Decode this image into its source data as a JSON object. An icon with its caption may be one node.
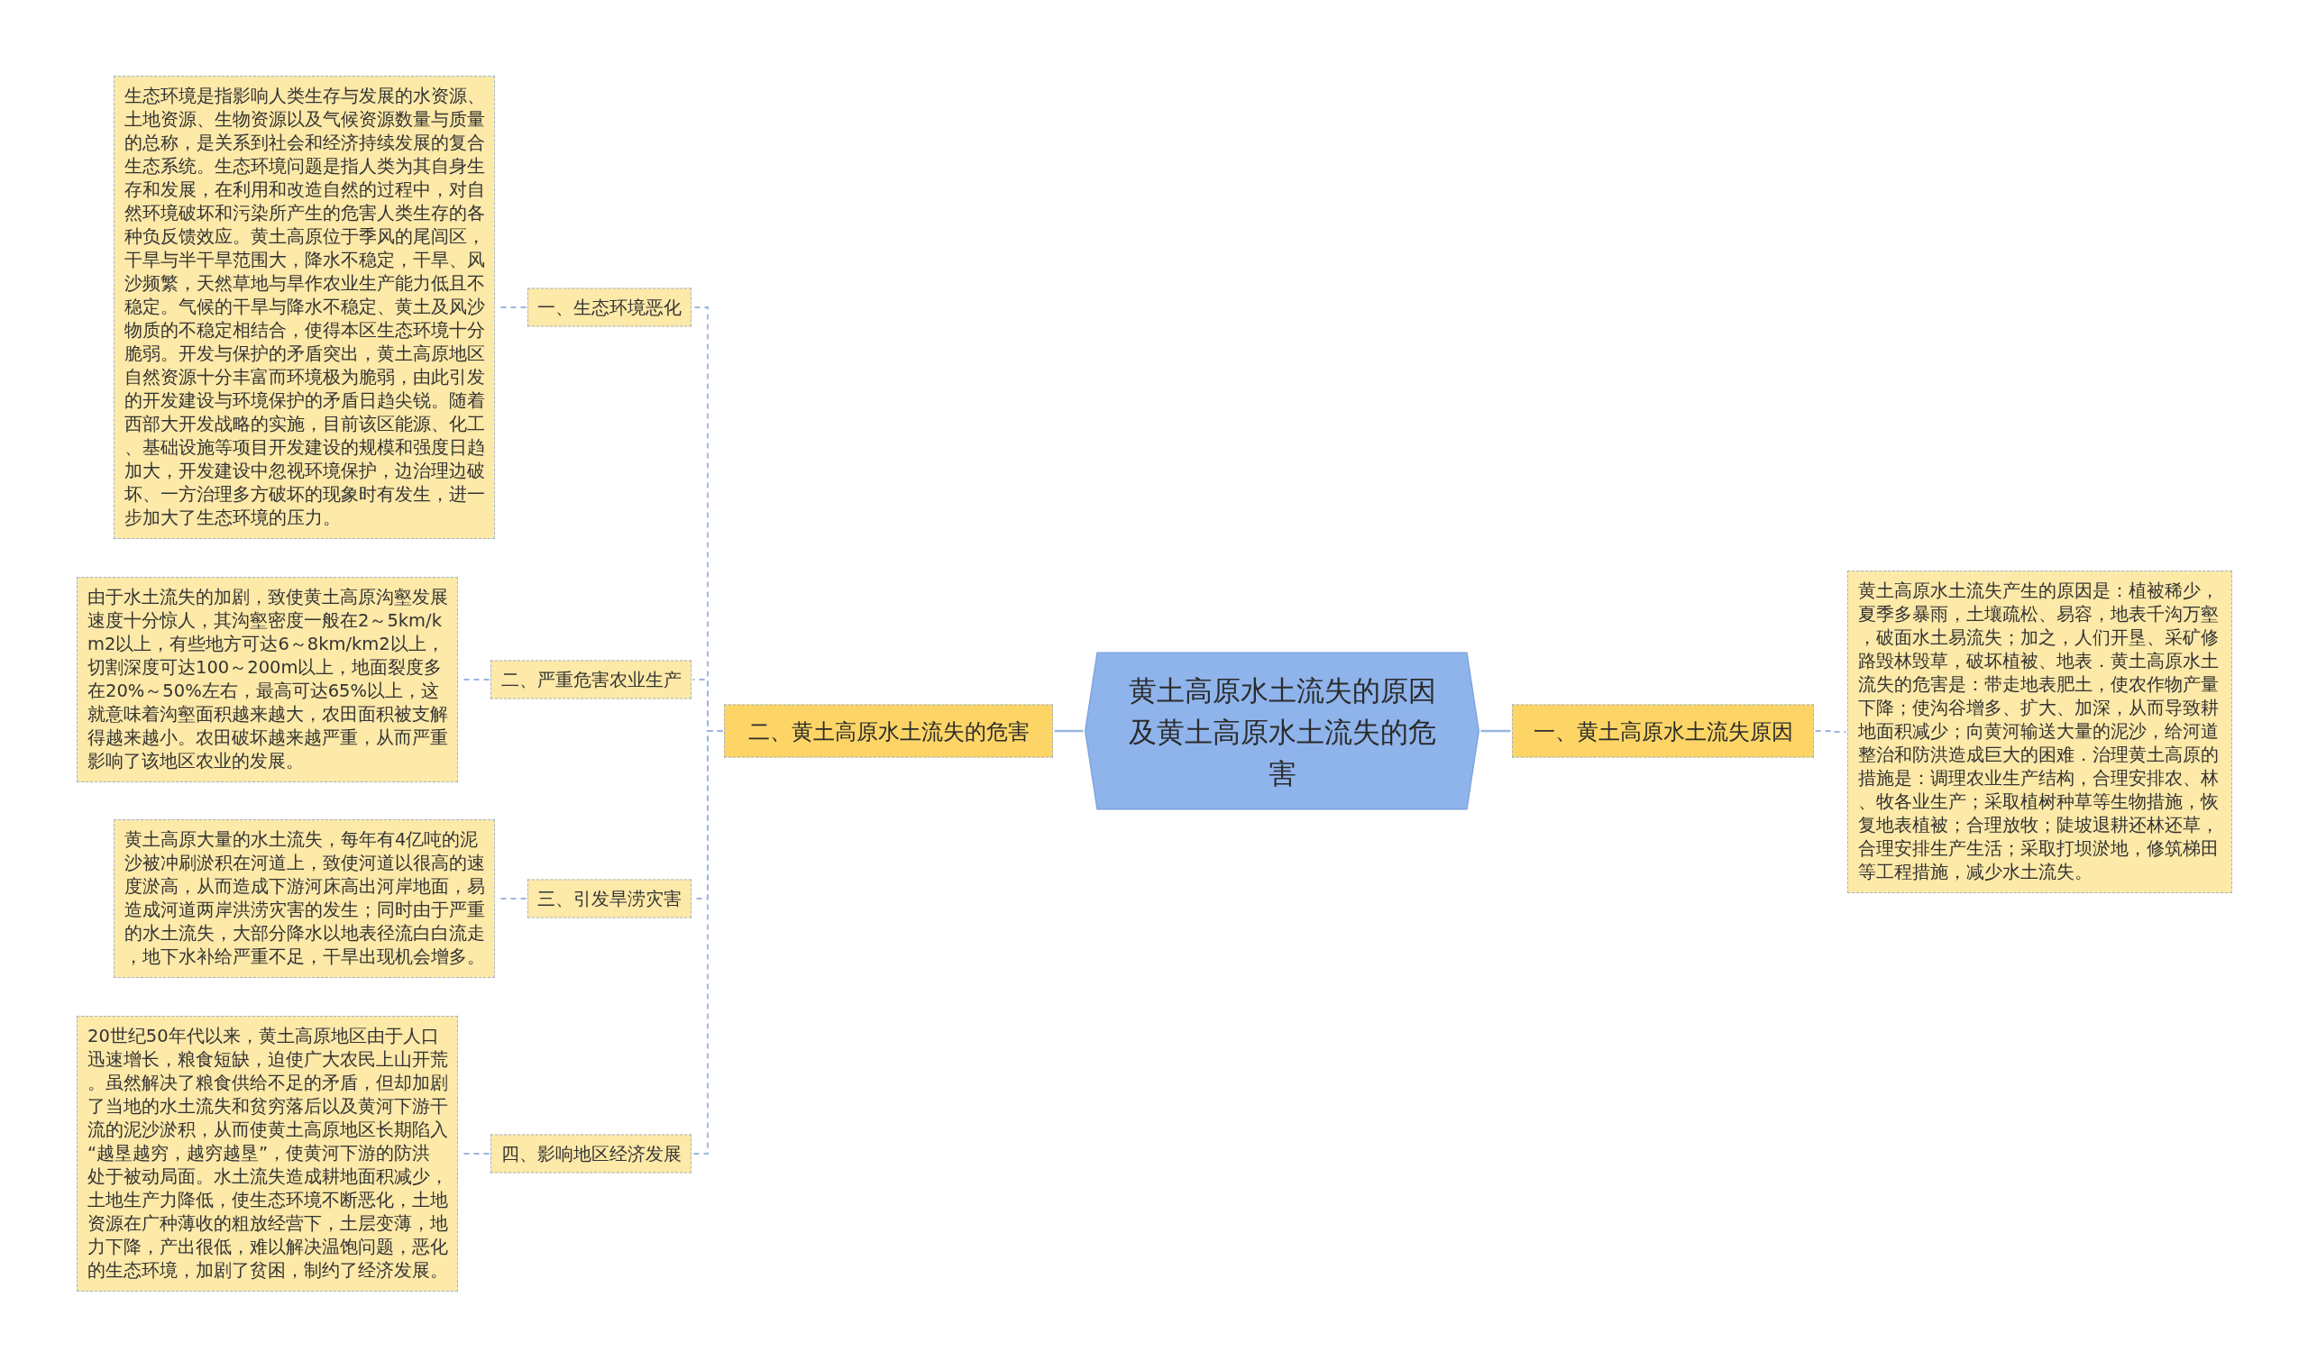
{
  "diagram": {
    "nodes": [
      {
        "text": [
          "黄土高原水土流失的原因及黄土高原水土流失的危害"
        ]
      },
      {
        "text": [
          "一、黄土高原水土流失原因"
        ]
      },
      {
        "text": [
          "黄土高原水土流失产生的原因是：植被稀少，夏季多暴雨，土壤疏松、易容，地表千沟万壑，破面水土易流失；加之，人们开垦、采矿修路毁林毁草，破坏植被、地表．黄土高原水土流失的危害是：带走地表肥土，使农作物产量下降；使沟谷增多、扩大、加深，从而导致耕地面积减少；向黄河输送大量的泥沙，给河道整治和防洪造成巨大的困难．治理黄土高原的措施是：调理农业生产结构，合理安排农、林、牧各业生产；采取植树种草等生物措施，恢复地表植被；合理放牧；陡坡退耕还林还草，合理安排生产生活；采取打坝淤地，修筑梯田等工程措施，减少水土流失。"
        ]
      },
      {
        "text": [
          "二、黄土高原水土流失的危害"
        ]
      },
      {
        "text": [
          "一、生态环境恶化"
        ]
      },
      {
        "text": [
          "生态环境是指影响人类生存与发展的水资源、土地资源、生物资源以及气候资源数量与质量的总称，是关系到社会和经济持续发展的复合生态系统。生态环境问题是指人类为其自身生存和发展，在利用和改造自然的过程中，对自然环境破坏和污染所产生的危害人类生存的各种负反馈效应。黄土高原位于季风的尾闾区，干旱与半干旱范围大，降水不稳定，干旱、风沙频繁，天然草地与旱作农业生产能力低且不稳定。气候的干旱与降水不稳定、黄土及风沙物质的不稳定相结合，使得本区生态环境十分脆弱。开发与保护的矛盾突出，黄土高原地区自然资源十分丰富而环境极为脆弱，由此引发的开发建设与环境保护的矛盾日趋尖锐。随着西部大开发战略的实施，目前该区能源、化工、基础设施等项目开发建设的规模和强度日趋加大，开发建设中忽视环境保护，边治理边破坏、一方治理多方破坏的现象时有发生，进一步加大了生态环境的压力。"
        ]
      },
      {
        "text": [
          "二、严重危害农业生产"
        ]
      },
      {
        "text": [
          "由于水土流失的加剧，致使黄土高原沟壑发展速度十分惊人，其沟壑密度一般在2～5km/km2以上，有些地方可达6～8km/km2以上，切割深度可达100～200m以上，地面裂度多在20%～50%左右，最高可达65%以上，这就意味着沟壑面积越来越大，农田面积被支解得越来越小。农田破坏越来越严重，从而严重影响了该地区农业的发展。"
        ]
      },
      {
        "text": [
          "三、引发旱涝灾害"
        ]
      },
      {
        "text": [
          "黄土高原大量的水土流失，每年有4亿吨的泥沙被冲刷淤积在河道上，致使河道以很高的速度淤高，从而造成下游河床高出河岸地面，易造成河道两岸洪涝灾害的发生；同时由于严重的水土流失，大部分降水以地表径流白白流走，地下水补给严重不足，干旱出现机会增多。"
        ]
      },
      {
        "text": [
          "四、影响地区经济发展"
        ]
      },
      {
        "text": [
          "20世纪50年代以来，黄土高原地区由于人口迅速增长，粮食短缺，迫使广大农民上山开荒。虽然解决了粮食供给不足的矛盾，但却加剧了当地的水土流失和贫穷落后以及黄河下游干流的泥沙淤积，从而使黄土高原地区长期陷入“越垦越穷，越穷越垦”，使黄河下游的防洪处于被动局面。水土流失造成耕地面积减少，土地生产力降低，使生态环境不断恶化，土地资源在广种薄收的粗放经营下，土层变薄，地力下降，产出很低，难以解决温饱问题，恶化的生态环境，加剧了贫困，制约了经济发展。"
        ]
      }
    ],
    "edges": [
      {
        "from": 0,
        "to": 1,
        "arrow": "none"
      },
      {
        "from": 1,
        "to": 2,
        "arrow": "none",
        "style": "dashed"
      },
      {
        "from": 0,
        "to": 3,
        "arrow": "none"
      },
      {
        "from": 3,
        "to": 4,
        "arrow": "none",
        "style": "dashed"
      },
      {
        "from": 4,
        "to": 5,
        "arrow": "none",
        "style": "dashed"
      },
      {
        "from": 3,
        "to": 6,
        "arrow": "none",
        "style": "dashed"
      },
      {
        "from": 6,
        "to": 7,
        "arrow": "none",
        "style": "dashed"
      },
      {
        "from": 3,
        "to": 8,
        "arrow": "none",
        "style": "dashed"
      },
      {
        "from": 8,
        "to": 9,
        "arrow": "none",
        "style": "dashed"
      },
      {
        "from": 3,
        "to": 10,
        "arrow": "none",
        "style": "dashed"
      },
      {
        "from": 10,
        "to": 11,
        "arrow": "none",
        "style": "dashed"
      }
    ]
  }
}
